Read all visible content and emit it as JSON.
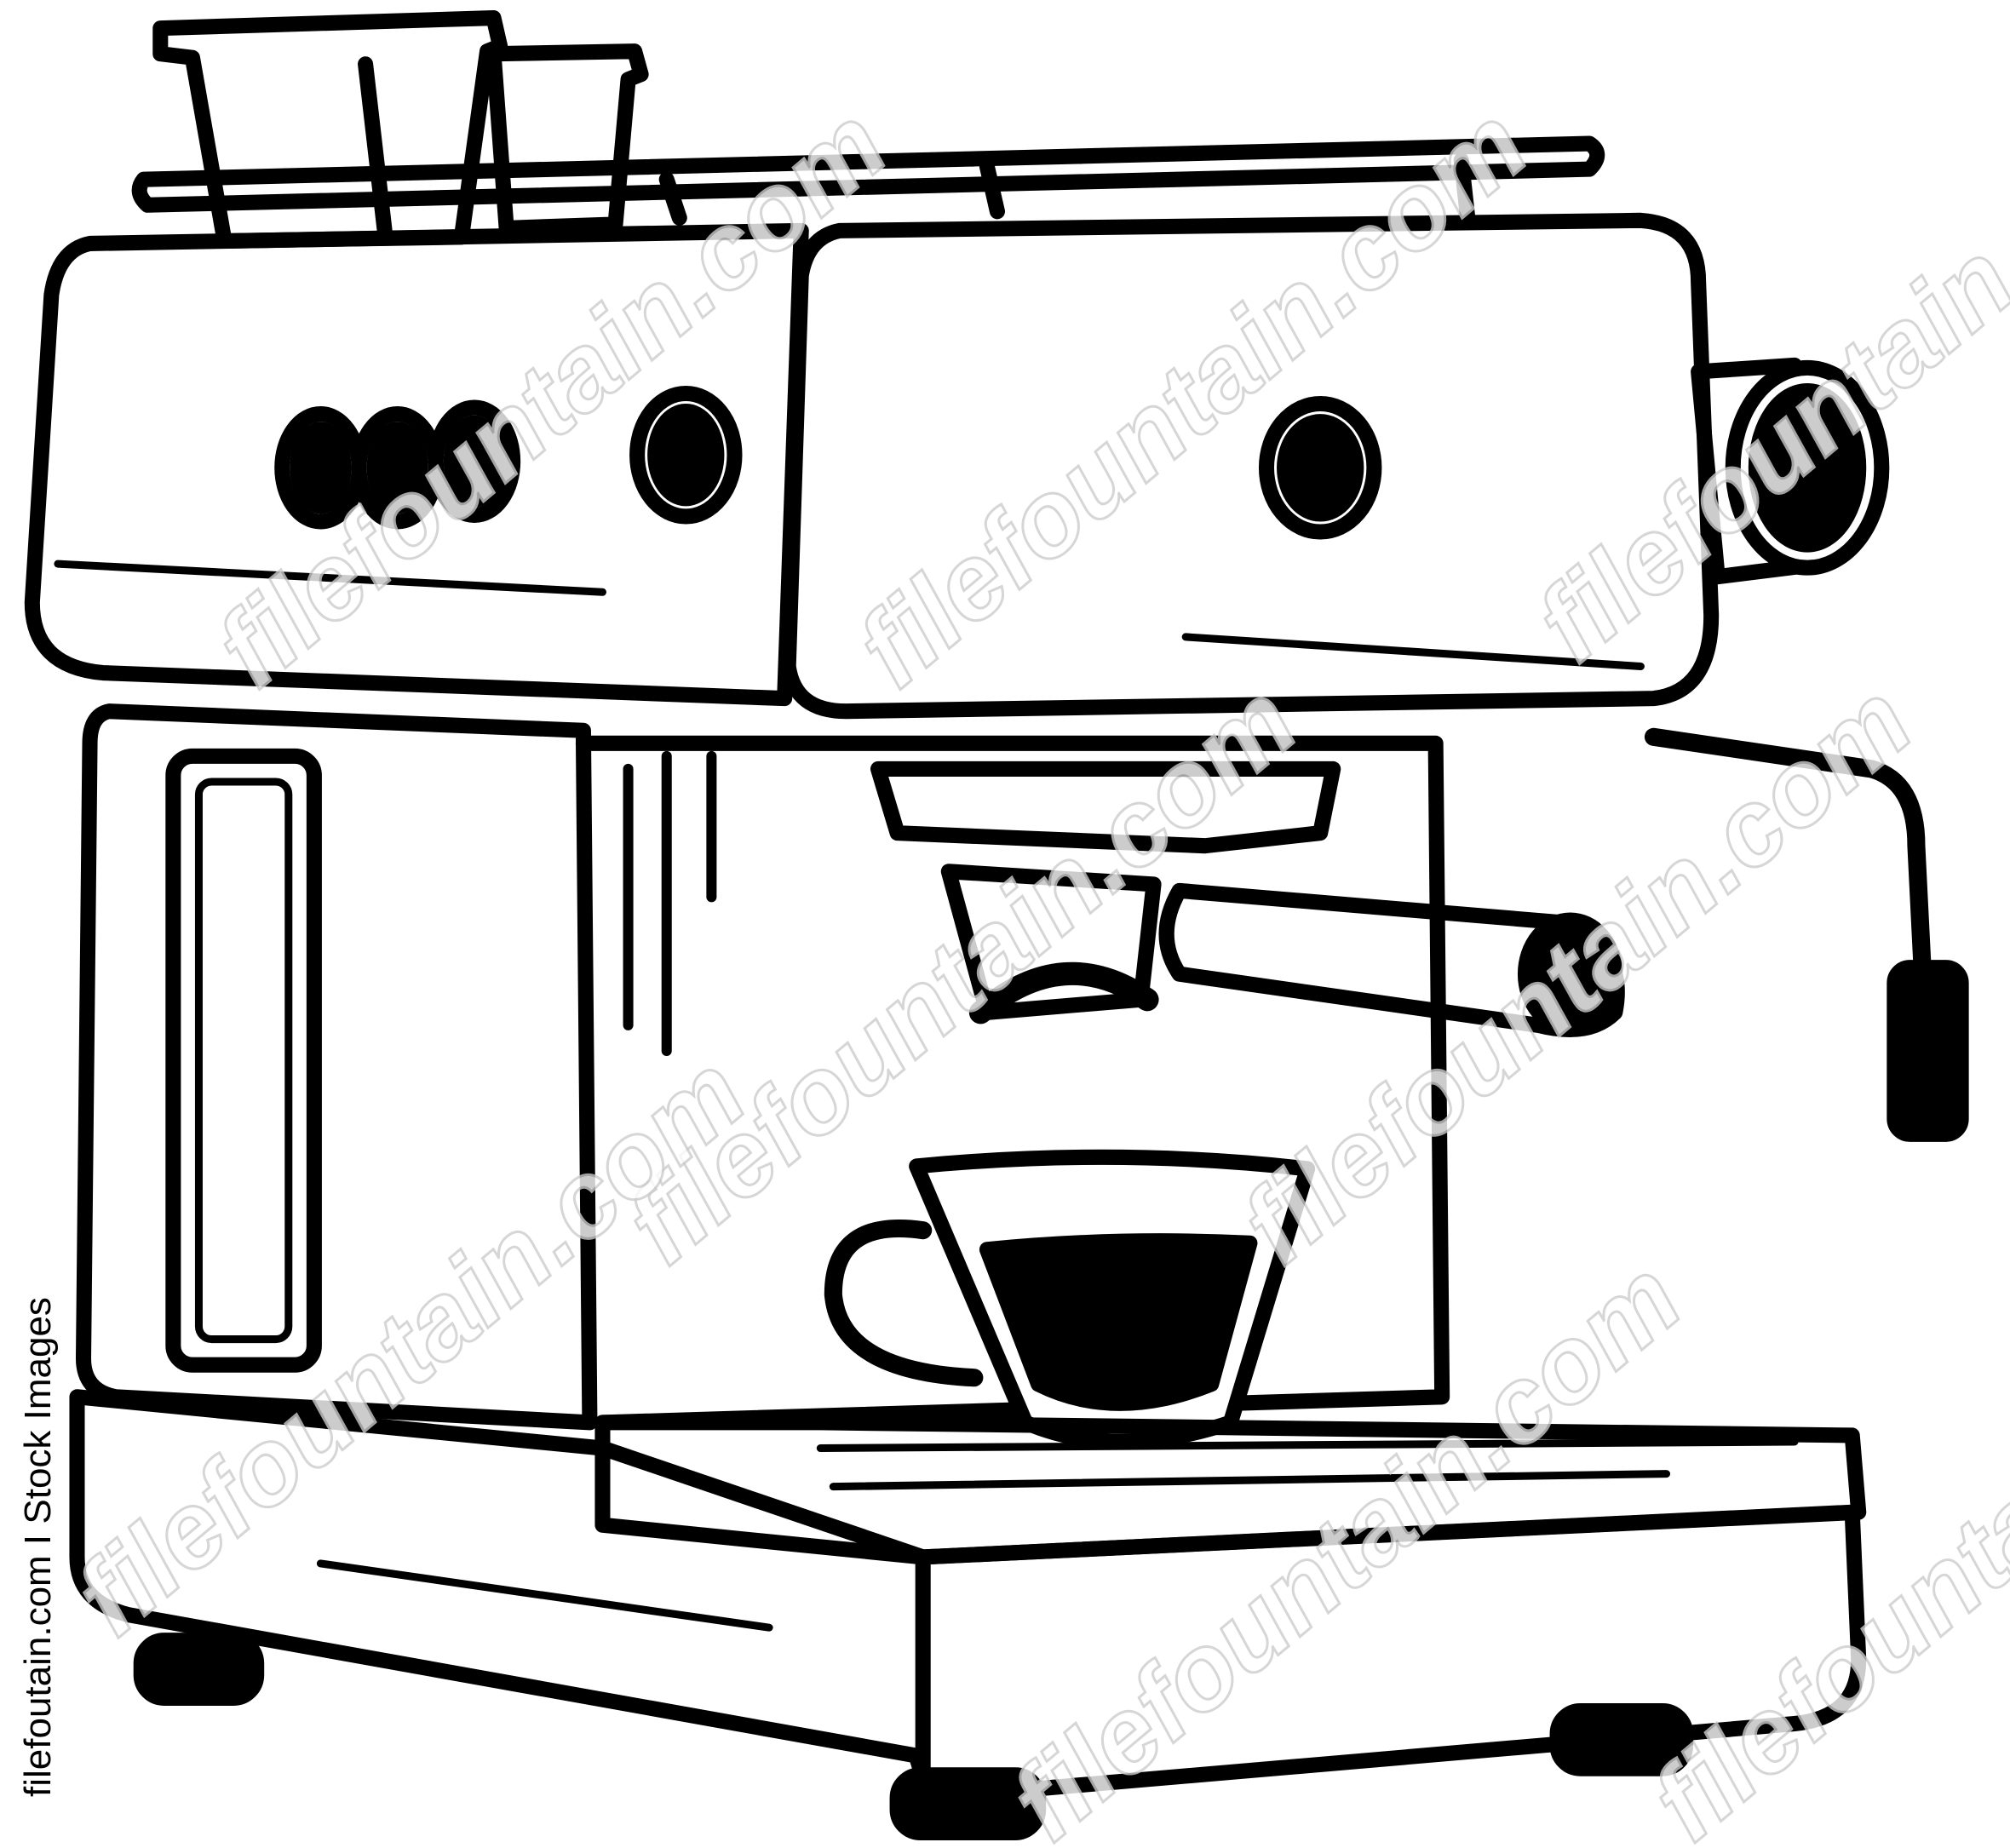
{
  "image": {
    "subject_icon": "espresso-machine-line-art",
    "colors": {
      "ink": "#000000",
      "background": "#ffffff",
      "watermark": "#cccccc"
    }
  },
  "watermark": {
    "text": "filefountain.com"
  },
  "credit": {
    "text": "filefoutain.com I Stock Images"
  }
}
